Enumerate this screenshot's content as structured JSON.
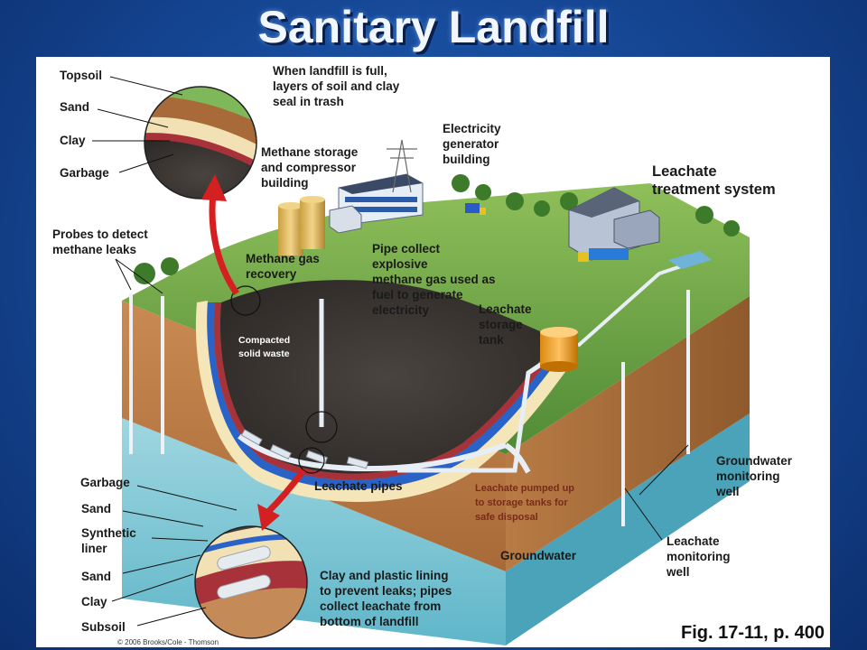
{
  "title": "Sanitary Landfill",
  "labels": {
    "topsoil": "Topsoil",
    "sand_top": "Sand",
    "clay_top": "Clay",
    "garbage_top": "Garbage",
    "seal": [
      "When landfill is full,",
      "layers of soil and clay",
      "seal in trash"
    ],
    "electricity": [
      "Electricity",
      "generator",
      "building"
    ],
    "methane_storage": [
      "Methane storage",
      "and compressor",
      "building"
    ],
    "leachate_treatment": [
      "Leachate",
      "treatment system"
    ],
    "probes": [
      "Probes to detect",
      "methane leaks"
    ],
    "methane_recovery": [
      "Methane gas",
      "recovery"
    ],
    "pipe_collect": [
      "Pipe collect",
      "explosive",
      "methane gas used as",
      "fuel to generate",
      "electricity"
    ],
    "compacted": [
      "Compacted",
      "solid waste"
    ],
    "leachate_storage": [
      "Leachate",
      "storage",
      "tank"
    ],
    "gw_monitoring": [
      "Groundwater",
      "monitoring",
      "well"
    ],
    "garbage_bot": "Garbage",
    "sand_bot": "Sand",
    "synthetic": [
      "Synthetic",
      "liner"
    ],
    "sand_bot2": "Sand",
    "clay_bot": "Clay",
    "subsoil": "Subsoil",
    "leachate_pipes": "Leachate pipes",
    "pumped": [
      "Leachate pumped up",
      "to storage tanks for",
      "safe disposal"
    ],
    "groundwater": "Groundwater",
    "leachate_monitoring": [
      "Leachate",
      "monitoring",
      "well"
    ],
    "clay_plastic": [
      "Clay and plastic lining",
      "to prevent leaks; pipes",
      "collect leachate from",
      "bottom of landfill"
    ]
  },
  "figure_ref": "Fig. 17-11, p. 400",
  "copyright": "© 2006 Brooks/Cole - Thomson"
}
